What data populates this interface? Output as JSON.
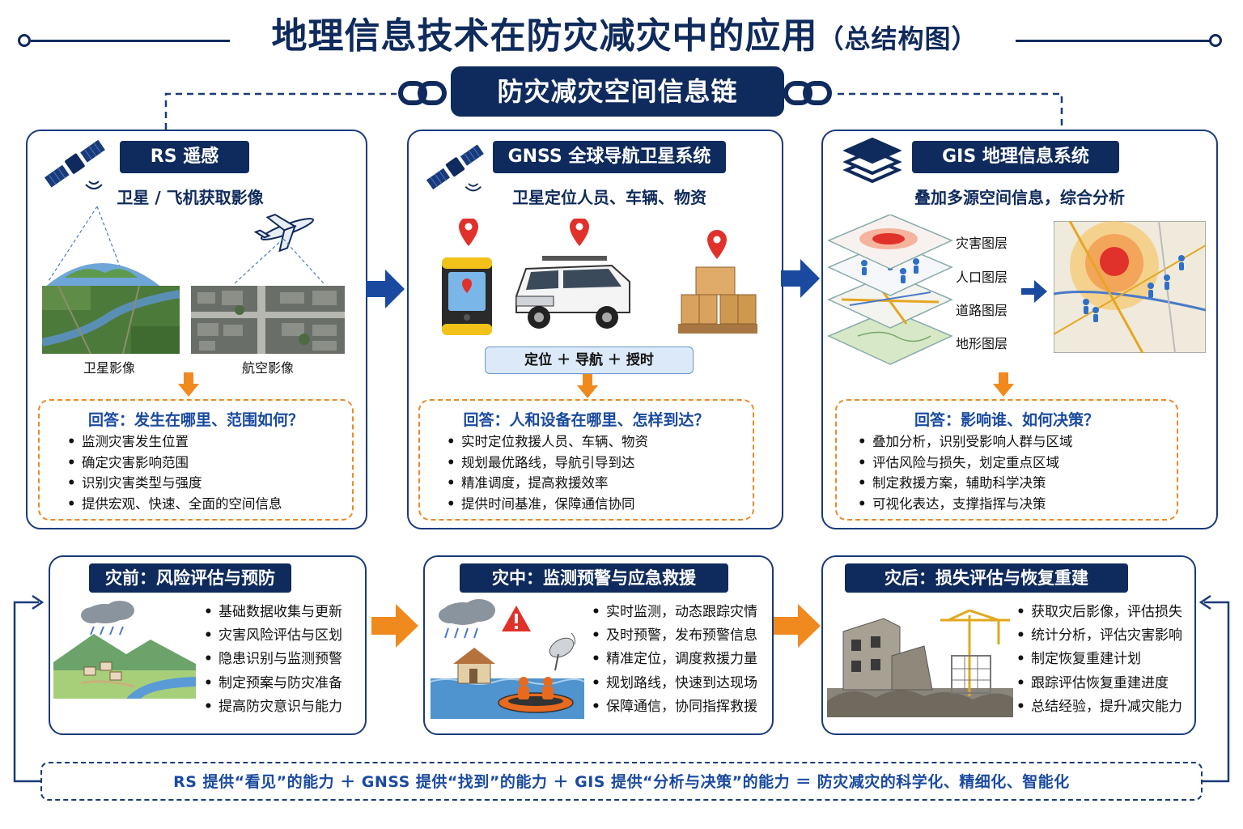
{
  "title": {
    "main": "地理信息技术在防灾减灾中的应用",
    "paren": "（总结构图）"
  },
  "chain": {
    "label": "防灾减灾空间信息链"
  },
  "panels": {
    "rs": {
      "header": "RS 遥感",
      "subtitle": "卫星 / 飞机获取影像",
      "captions": [
        "卫星影像",
        "航空影像"
      ],
      "answer_title": "回答：发生在哪里、范围如何？",
      "bullets": [
        "监测灾害发生位置",
        "确定灾害影响范围",
        "识别灾害类型与强度",
        "提供宏观、快速、全面的空间信息"
      ]
    },
    "gnss": {
      "header": "GNSS 全球导航卫星系统",
      "subtitle": "卫星定位人员、车辆、物资",
      "bar": "定位  ＋  导航  ＋  授时",
      "answer_title": "回答：人和设备在哪里、怎样到达？",
      "bullets": [
        "实时定位救援人员、车辆、物资",
        "规划最优路线，导航引导到达",
        "精准调度，提高救援效率",
        "提供时间基准，保障通信协同"
      ]
    },
    "gis": {
      "header": "GIS  地理信息系统",
      "subtitle": "叠加多源空间信息，综合分析",
      "layers": [
        "灾害图层",
        "人口图层",
        "道路图层",
        "地形图层"
      ],
      "answer_title": "回答：影响谁、如何决策？",
      "bullets": [
        "叠加分析，识别受影响人群与区域",
        "评估风险与损失，划定重点区域",
        "制定救援方案，辅助科学决策",
        "可视化表达，支撑指挥与决策"
      ]
    }
  },
  "stages": {
    "before": {
      "header": "灾前：风险评估与预防",
      "items": [
        "基础数据收集与更新",
        "灾害风险评估与区划",
        "隐患识别与监测预警",
        "制定预案与防灾准备",
        "提高防灾意识与能力"
      ]
    },
    "during": {
      "header": "灾中：监测预警与应急救援",
      "items": [
        "实时监测，动态跟踪灾情",
        "及时预警，发布预警信息",
        "精准定位，调度救援力量",
        "规划路线，快速到达现场",
        "保障通信，协同指挥救援"
      ]
    },
    "after": {
      "header": "灾后：损失评估与恢复重建",
      "items": [
        "获取灾后影像，评估损失",
        "统计分析，评估灾害影响",
        "制定恢复重建计划",
        "跟踪评估恢复重建进度",
        "总结经验，提升减灾能力"
      ]
    }
  },
  "summary": "RS 提供“看见”的能力  ＋  GNSS 提供“找到”的能力  ＋  GIS 提供“分析与决策”的能力  ＝  防灾减灾的科学化、精细化、智能化",
  "colors": {
    "navy": "#0f2a5c",
    "orange": "#f08a1e",
    "blue_arrow": "#1a4aa0",
    "answer_border": "#e88a2a"
  }
}
